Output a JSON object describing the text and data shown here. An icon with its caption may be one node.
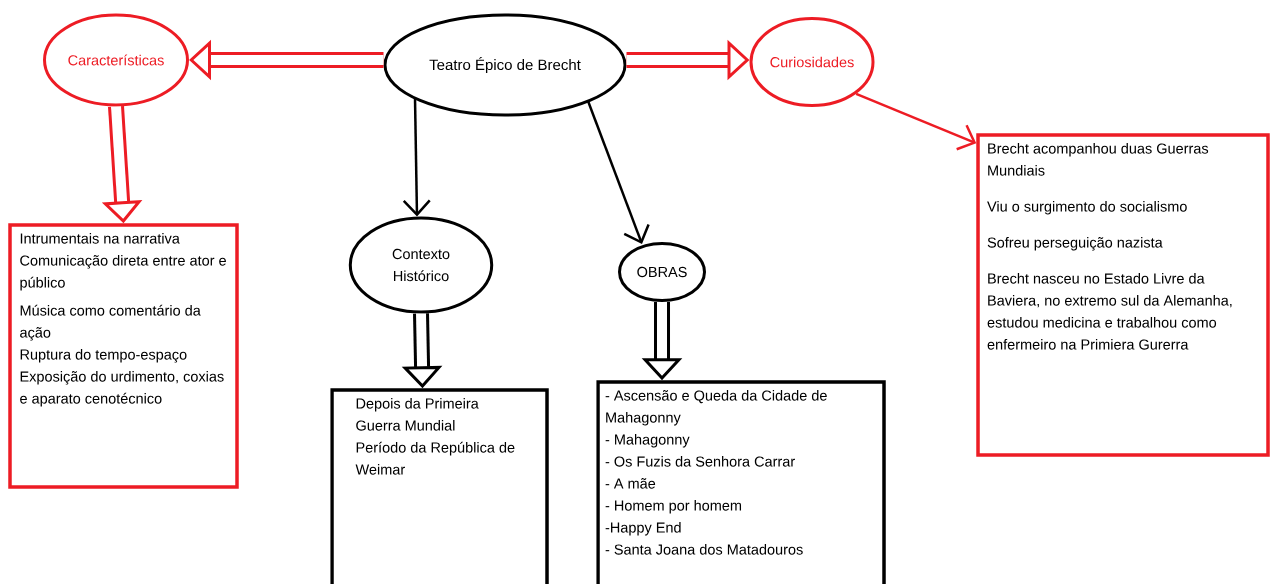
{
  "diagram": {
    "nodes": [
      {
        "text": [
          "Teatro Épico de Brecht"
        ]
      },
      {
        "text": [
          "Características"
        ]
      },
      {
        "text": [
          "Curiosidades"
        ]
      },
      {
        "text": [
          "Intrumentais na narrativa",
          "Comunicação direta entre ator e público",
          "Música como comentário da ação",
          "Ruptura do tempo-espaço",
          "Exposição do urdimento, coxias e aparato cenotécnico"
        ]
      },
      {
        "text": [
          "Contexto Histórico"
        ]
      },
      {
        "text": [
          "OBRAS"
        ]
      },
      {
        "text": [
          "Depois da Primeira Guerra Mundial",
          "Período da República de Weimar"
        ]
      },
      {
        "text": [
          "- Ascensão e Queda da Cidade de Mahagonny",
          "- Mahagonny",
          "- Os Fuzis da Senhora Carrar",
          "- A mãe",
          "- Homem por homem",
          "-Happy End",
          "- Santa Joana dos Matadouros"
        ]
      },
      {
        "text": [
          "Brecht acompanhou duas Guerras Mundiais",
          "Viu o surgimento do socialismo",
          "Sofreu perseguição nazista",
          "Brecht nasceu no Estado Livre da Baviera, no extremo sul da Alemanha, estudou medicina e trabalhou como enfermeiro na Primiera Gurerra"
        ]
      }
    ],
    "edges": [
      {
        "from": 0,
        "to": 1,
        "arrow": "to",
        "color": "#ed1c24"
      },
      {
        "from": 0,
        "to": 2,
        "arrow": "to",
        "color": "#ed1c24"
      },
      {
        "from": 1,
        "to": 3,
        "arrow": "to",
        "color": "#ed1c24"
      },
      {
        "from": 0,
        "to": 4,
        "arrow": "to",
        "color": "#000000"
      },
      {
        "from": 0,
        "to": 5,
        "arrow": "to",
        "color": "#000000"
      },
      {
        "from": 2,
        "to": 8,
        "arrow": "to",
        "color": "#ed1c24"
      },
      {
        "from": 4,
        "to": 6,
        "arrow": "to",
        "color": "#000000"
      },
      {
        "from": 5,
        "to": 7,
        "arrow": "to",
        "color": "#000000"
      }
    ]
  }
}
